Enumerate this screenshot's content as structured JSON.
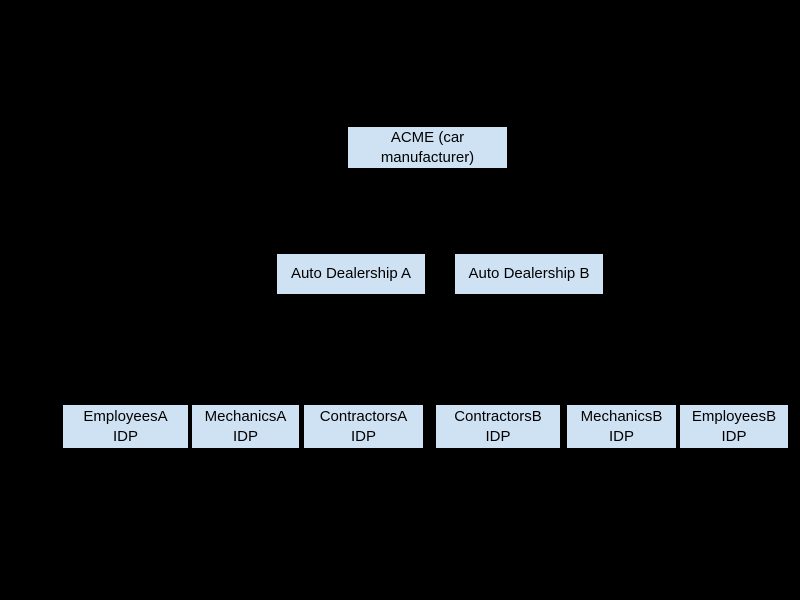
{
  "diagram": {
    "type": "hierarchy",
    "colors": {
      "background": "#000000",
      "node_fill": "#cfe2f3",
      "node_text": "#000000"
    },
    "nodes": [
      {
        "id": "acme",
        "label": "ACME (car manufacturer)",
        "lines": [
          "ACME (car",
          "manufacturer)"
        ]
      },
      {
        "id": "auto-dealership-a",
        "label": "Auto Dealership A",
        "lines": [
          "Auto Dealership A"
        ]
      },
      {
        "id": "auto-dealership-b",
        "label": "Auto Dealership B",
        "lines": [
          "Auto Dealership B"
        ]
      },
      {
        "id": "employees-a-idp",
        "label": "EmployeesA IDP",
        "lines": [
          "EmployeesA",
          "IDP"
        ]
      },
      {
        "id": "mechanics-a-idp",
        "label": "MechanicsA IDP",
        "lines": [
          "MechanicsA",
          "IDP"
        ]
      },
      {
        "id": "contractors-a-idp",
        "label": "ContractorsA IDP",
        "lines": [
          "ContractorsA",
          "IDP"
        ]
      },
      {
        "id": "contractors-b-idp",
        "label": "ContractorsB IDP",
        "lines": [
          "ContractorsB",
          "IDP"
        ]
      },
      {
        "id": "mechanics-b-idp",
        "label": "MechanicsB IDP",
        "lines": [
          "MechanicsB",
          "IDP"
        ]
      },
      {
        "id": "employees-b-idp",
        "label": "EmployeesB IDP",
        "lines": [
          "EmployeesB",
          "IDP"
        ]
      }
    ]
  }
}
